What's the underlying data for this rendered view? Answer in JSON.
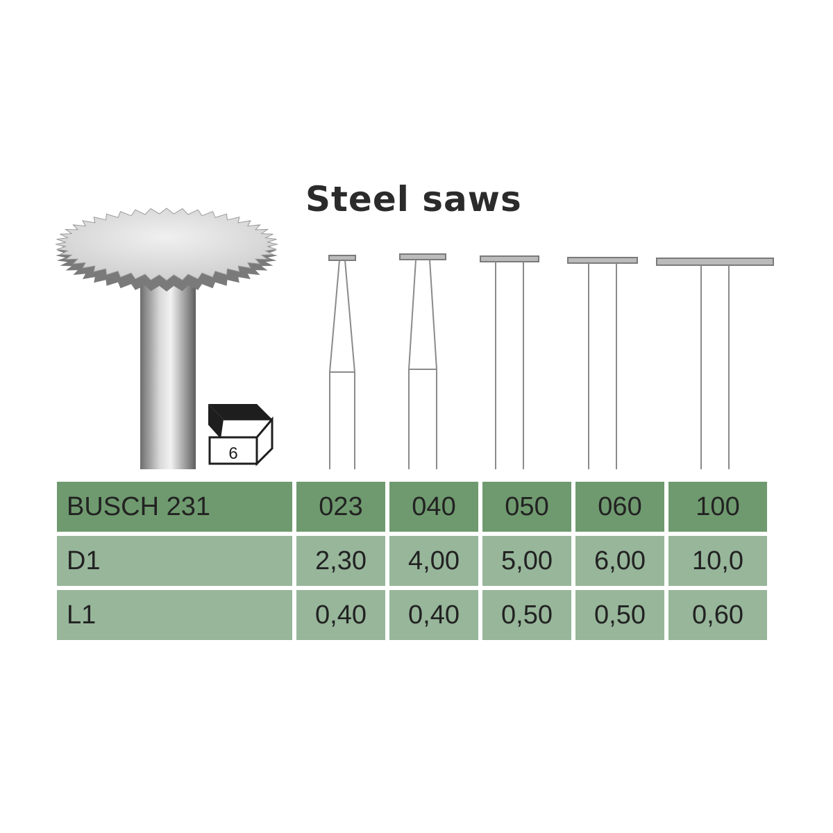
{
  "title": "Steel saws",
  "package_quantity": "6",
  "icons": {
    "product": "steel-saw-disc-icon",
    "package": "package-box-icon",
    "sizes": "saw-profile-icon"
  },
  "colors": {
    "header_row": "#6f9a6f",
    "body_row": "#97b69a",
    "title_text": "#2b2b2b"
  },
  "table": {
    "header": {
      "label": "BUSCH 231",
      "values": [
        "023",
        "040",
        "050",
        "060",
        "100"
      ]
    },
    "rows": [
      {
        "label": "D1",
        "values": [
          "2,30",
          "4,00",
          "5,00",
          "6,00",
          "10,0"
        ]
      },
      {
        "label": "L1",
        "values": [
          "0,40",
          "0,40",
          "0,50",
          "0,50",
          "0,60"
        ]
      }
    ]
  }
}
